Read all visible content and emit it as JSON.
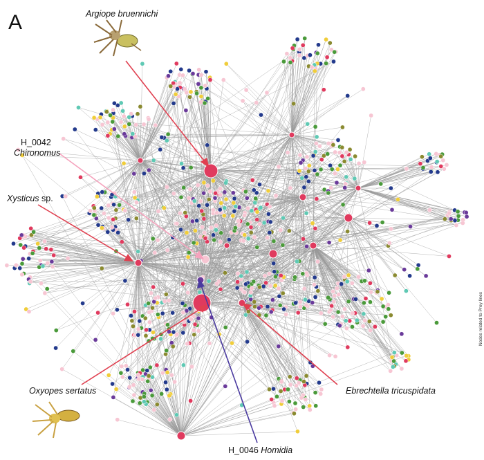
{
  "panel_letter": "A",
  "labels": {
    "argiope": "Argiope bruennichi",
    "chironomus_code": "H_0042",
    "chironomus_name": "Chironomus",
    "xysticus_genus": "Xysticus",
    "xysticus_sp": " sp.",
    "oxyopes": "Oxyopes sertatus",
    "ebrechtella": "Ebrechtella tricuspidata",
    "homidia_code": "H_0046 ",
    "homidia_name": "Homidia"
  },
  "edge_clipped_text": "Nodes related to Prey lines",
  "colors": {
    "edge": "#9a9a9a",
    "hub": "#e03a5e",
    "prey_pink": "#f7c6d3",
    "green": "#4a9a3a",
    "blue": "#233a8c",
    "yellow": "#f0cd3a",
    "teal": "#5fc9b4",
    "olive": "#8a8a30",
    "purple": "#6a3a9a",
    "red_arrow": "#e04050",
    "pink_arrow": "#f5a3bd",
    "blue_arrow": "#4a3aa0"
  }
}
